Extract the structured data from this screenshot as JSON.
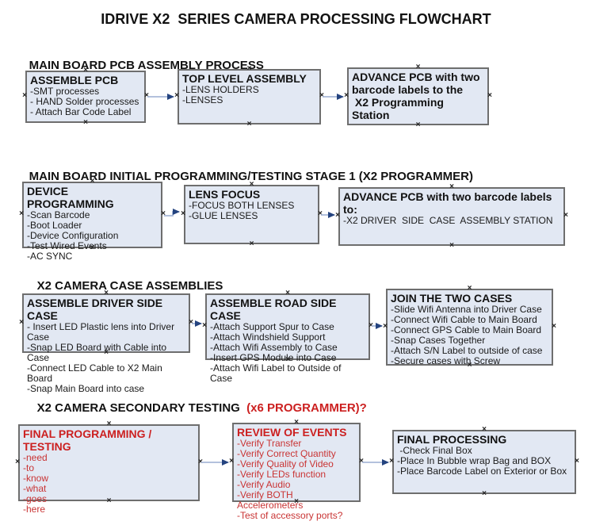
{
  "title": "IDRIVE X2  SERIES CAMERA PROCESSING FLOWCHART",
  "colors": {
    "box_fill": "#e2e8f3",
    "box_border": "#6e6e6e",
    "arrow_line": "#a8b8d8",
    "arrow_head": "#24437f",
    "red_text": "#cc2020",
    "black_text": "#121212"
  },
  "icons": {
    "anchor_glyph": "×"
  },
  "sections": [
    {
      "header": "MAIN BOARD PCB ASSEMBLY PROCESS",
      "header_red": "",
      "boxes": [
        {
          "title": "ASSEMBLE PCB",
          "items": [
            "-SMT processes",
            "- HAND Solder processes",
            "- Attach Bar Code Label"
          ]
        },
        {
          "title": "TOP LEVEL ASSEMBLY",
          "items": [
            "-LENS HOLDERS",
            "-LENSES"
          ]
        },
        {
          "title": "ADVANCE PCB with two\nbarcode labels to the\n X2 Programming Station",
          "items": []
        }
      ]
    },
    {
      "header": "MAIN BOARD INITIAL PROGRAMMING/TESTING STAGE 1 (X2 PROGRAMMER)",
      "header_red": "",
      "boxes": [
        {
          "title": "DEVICE PROGRAMMING",
          "items": [
            "-Scan Barcode",
            "-Boot Loader",
            "-Device Configuration",
            "-Test Wired Events",
            "-AC SYNC"
          ]
        },
        {
          "title": "LENS FOCUS",
          "items": [
            "-FOCUS BOTH LENSES",
            "-GLUE LENSES"
          ]
        },
        {
          "title": "ADVANCE PCB with two barcode labels to:",
          "items": [
            "-X2 DRIVER  SIDE  CASE  ASSEMBLY STATION"
          ]
        }
      ]
    },
    {
      "header": "X2 CAMERA CASE ASSEMBLIES",
      "header_red": "",
      "boxes": [
        {
          "title": "ASSEMBLE DRIVER SIDE CASE",
          "items": [
            "- Insert LED Plastic lens into Driver Case",
            "-Snap LED Board with Cable into Case",
            "-Connect LED Cable to X2 Main Board",
            "-Snap Main Board into case"
          ]
        },
        {
          "title": "ASSEMBLE ROAD SIDE CASE",
          "items": [
            "-Attach Support Spur to Case",
            "-Attach Windshield Support",
            "-Attach Wifi Assembly to Case",
            "-Insert GPS Module into Case",
            "-Attach Wifi Label to Outside of Case"
          ]
        },
        {
          "title": "JOIN THE TWO CASES",
          "items": [
            "-Slide Wifi Antenna into Driver Case",
            "-Connect Wifi Cable to Main Board",
            "-Connect GPS Cable to Main Board",
            "-Snap Cases Together",
            "-Attach S/N Label to outside of case",
            "-Secure cases with Screw"
          ]
        }
      ]
    },
    {
      "header": "X2 CAMERA SECONDARY TESTING  ",
      "header_red": "(x6 PROGRAMMER)?",
      "boxes": [
        {
          "title": "FINAL PROGRAMMING / TESTING",
          "items": [
            "-need",
            "-to",
            "-know",
            "-what",
            "-goes",
            "-here"
          ]
        },
        {
          "title": "REVIEW OF EVENTS",
          "items": [
            "-Verify Transfer",
            "-Verify Correct Quantity",
            "-Verify Quality of Video",
            "-Verify LEDs function",
            "-Verify Audio",
            "-Verify BOTH Accelerometers",
            "-Test of accessory ports?"
          ]
        },
        {
          "title": "FINAL PROCESSING",
          "items": [
            " -Check Final Box",
            "-Place In Bubble wrap Bag and BOX",
            "-Place Barcode Label on Exterior or Box"
          ]
        }
      ]
    }
  ]
}
